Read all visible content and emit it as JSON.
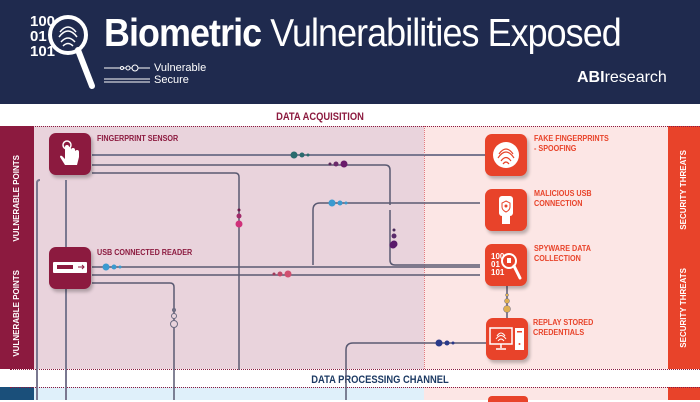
{
  "header": {
    "title_bold": "Biometric",
    "title_light": "Vulnerabilities Exposed",
    "legend": [
      {
        "label": "Vulnerable",
        "icon": "dotted-line-icon"
      },
      {
        "label": "Secure",
        "icon": "double-line-icon"
      }
    ],
    "brand_bold": "ABI",
    "brand_light": "research",
    "logo_binary": [
      "100",
      "01",
      "101"
    ]
  },
  "sections": {
    "acquisition_title": "DATA ACQUISITION",
    "processing_title": "DATA PROCESSING CHANNEL"
  },
  "side_labels": {
    "left": [
      "VULNERABLE POINTS",
      "VULNERABLE POINTS"
    ],
    "right": [
      "SECURITY THREATS",
      "SECURITY THREATS"
    ]
  },
  "vulnerable_points": [
    {
      "label": "FINGERPRINT SENSOR",
      "icon": "hand-touch-icon"
    },
    {
      "label": "USB CONNECTED READER",
      "icon": "usb-reader-icon"
    }
  ],
  "security_threats": [
    {
      "label_1": "FAKE FINGERPRINTS",
      "label_2": "- SPOOFING",
      "icon": "fingerprint-sticker-icon"
    },
    {
      "label_1": "MALICIOUS USB",
      "label_2": "CONNECTION",
      "icon": "usb-shield-icon"
    },
    {
      "label_1": "SPYWARE DATA",
      "label_2": "COLLECTION",
      "icon": "spyware-magnifier-icon"
    },
    {
      "label_1": "REPLAY STORED",
      "label_2": "CREDENTIALS",
      "icon": "computer-fingerprint-icon"
    }
  ],
  "colors": {
    "header_bg": "#1f2a4e",
    "vulnerable": "#8c1a3f",
    "threat": "#e8432a",
    "processing": "#1a4f7a",
    "acq_bg": "#e9d3dc",
    "threat_bg": "#fce6e5"
  }
}
